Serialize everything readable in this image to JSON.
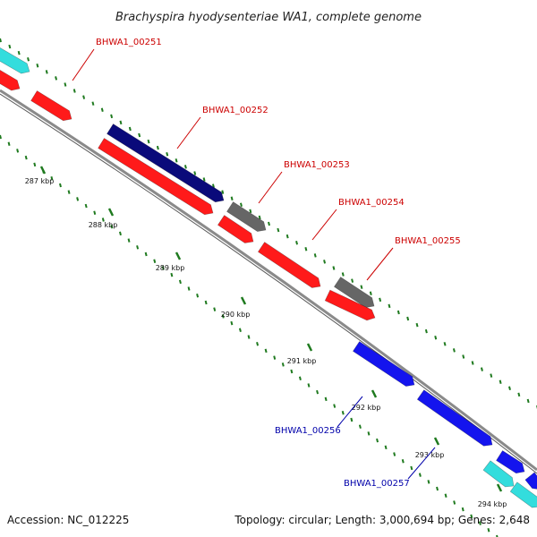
{
  "title": "Brachyspira hyodysenteriae WA1, complete genome",
  "footer": {
    "accession": "Accession: NC_012225",
    "topology": "Topology: circular; Length: 3,000,694 bp; Genes: 2,648"
  },
  "colors": {
    "backbone": "#8a8a8a",
    "tick": "#1f7a1f",
    "gene_red": "#ff1a1a",
    "gene_navy": "#0a0a7a",
    "gene_grey": "#666666",
    "gene_blue": "#1414ee",
    "gene_cyan": "#33dddd",
    "label_red": "#cc0000",
    "label_blue": "#0000aa"
  },
  "ticks": [
    {
      "label": "287 kbp"
    },
    {
      "label": "288 kbp"
    },
    {
      "label": "289 kbp"
    },
    {
      "label": "290 kbp"
    },
    {
      "label": "291 kbp"
    },
    {
      "label": "292 kbp"
    },
    {
      "label": "293 kbp"
    },
    {
      "label": "294 kbp"
    }
  ],
  "gene_labels": [
    {
      "name": "BHWA1_00251",
      "color": "red"
    },
    {
      "name": "BHWA1_00252",
      "color": "red"
    },
    {
      "name": "BHWA1_00253",
      "color": "red"
    },
    {
      "name": "BHWA1_00254",
      "color": "red"
    },
    {
      "name": "BHWA1_00255",
      "color": "red"
    },
    {
      "name": "BHWA1_00256",
      "color": "blue"
    },
    {
      "name": "BHWA1_00257",
      "color": "blue"
    }
  ]
}
